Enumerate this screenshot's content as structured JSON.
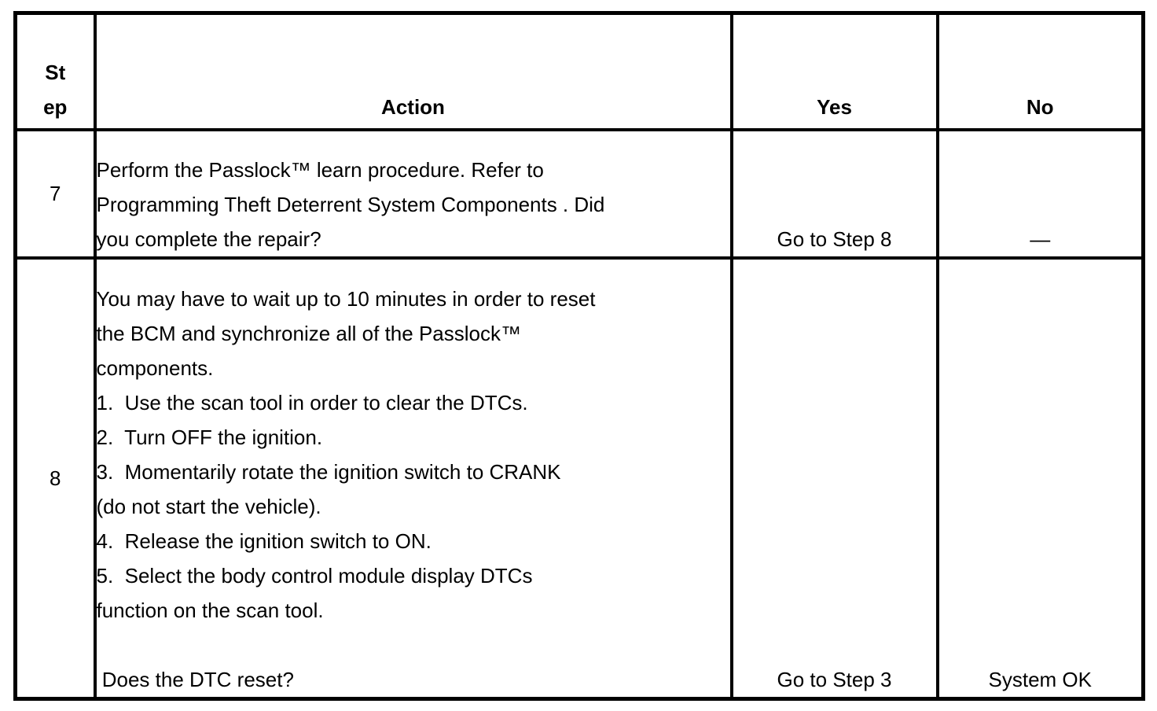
{
  "table": {
    "columns": [
      {
        "key": "step",
        "label": "St\nep"
      },
      {
        "key": "action",
        "label": "Action"
      },
      {
        "key": "yes",
        "label": "Yes"
      },
      {
        "key": "no",
        "label": "No"
      }
    ],
    "rows": [
      {
        "step": "7",
        "action_lines": [
          "Perform the Passlock™ learn procedure. Refer to",
          "Programming Theft Deterrent System Components . Did",
          "you complete the repair?"
        ],
        "yes": "Go to Step 8",
        "no": "—"
      },
      {
        "step": "8",
        "action_lines": [
          "You may have to wait up to 10 minutes in order to reset",
          "the BCM and synchronize all of the Passlock™",
          "components.",
          "1.  Use the scan tool in order to clear the DTCs.",
          "2.  Turn OFF the ignition.",
          "3.  Momentarily rotate the ignition switch to CRANK",
          "(do not start the vehicle).",
          "4.  Release the ignition switch to ON.",
          "5.  Select the body control module display DTCs",
          "function on the scan tool.",
          "",
          " Does the DTC reset?"
        ],
        "yes": "Go to Step 3",
        "no": "System OK"
      }
    ],
    "colors": {
      "border": "#000000",
      "text": "#000000",
      "background": "#ffffff"
    }
  }
}
